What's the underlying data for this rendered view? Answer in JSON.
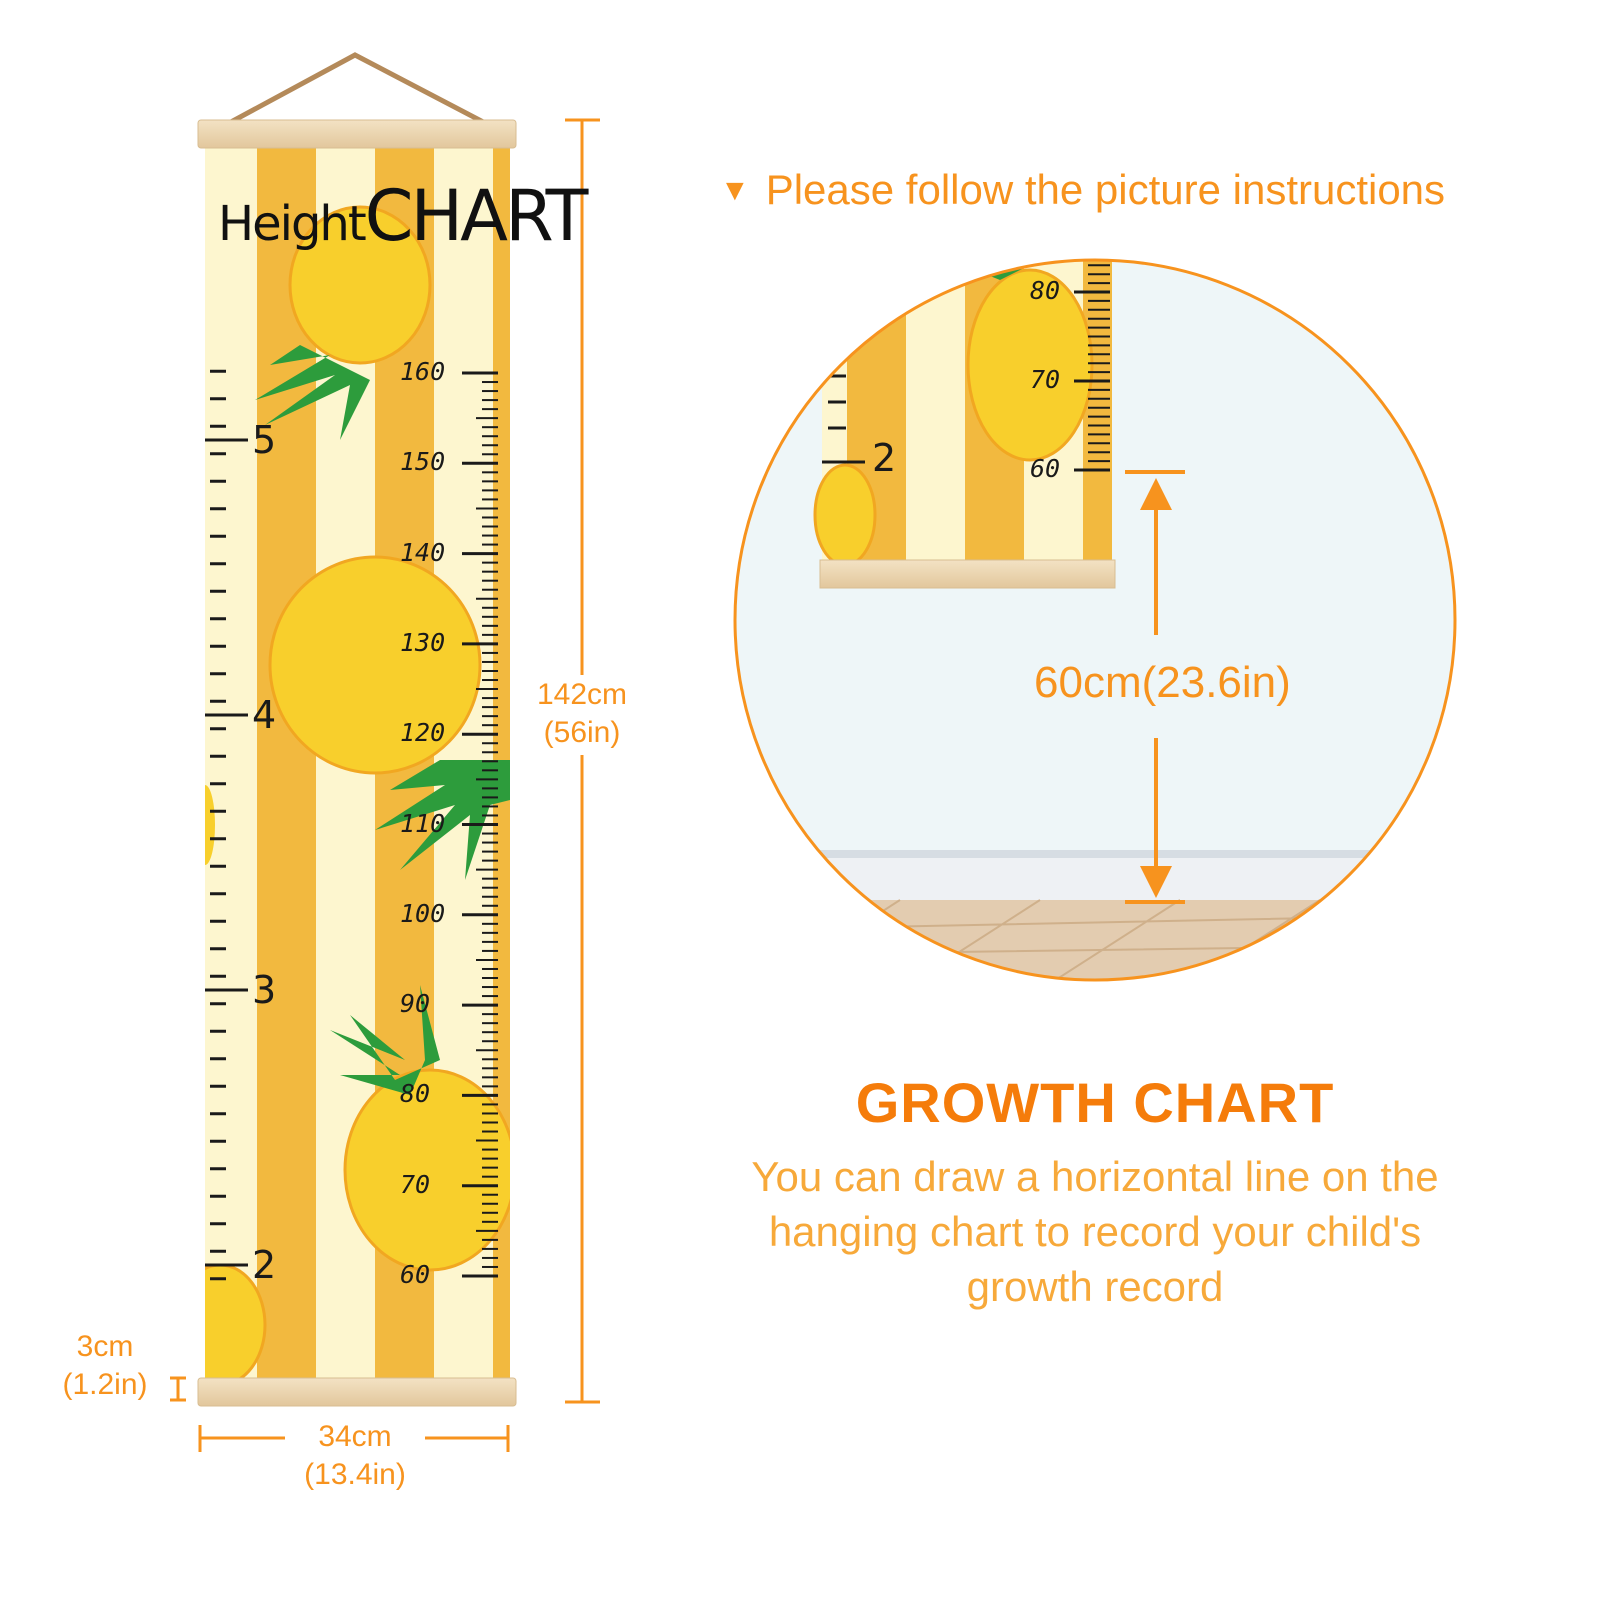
{
  "banner": {
    "title_left": "Height",
    "title_right": "CHART",
    "cm_labels": [
      "160",
      "150",
      "140",
      "130",
      "120",
      "110",
      "100",
      "90",
      "80",
      "70",
      "60"
    ],
    "inch_labels": [
      "5",
      "4",
      "3",
      "2"
    ]
  },
  "dimensions": {
    "height_cm": "142cm",
    "height_in": "(56in)",
    "width_cm": "34cm",
    "width_in": "(13.4in)",
    "bottom_cm": "3cm",
    "bottom_in": "(1.2in)"
  },
  "instructions": {
    "heading": "Please follow the picture instructions",
    "marker": "▼",
    "mount_height": "60cm(23.6in)",
    "zoom_cm_labels": [
      "80",
      "70",
      "60"
    ],
    "zoom_inch_label": "2"
  },
  "info": {
    "title": "GROWTH CHART",
    "description_lines": [
      "You can draw a horizontal line on the",
      "hanging chart to record your child's",
      "growth record"
    ]
  },
  "colors": {
    "accent": "#f7931e",
    "stripe_dark": "#f2b93f",
    "stripe_light": "#fdf6cf",
    "wood": "#ecd6b2"
  }
}
